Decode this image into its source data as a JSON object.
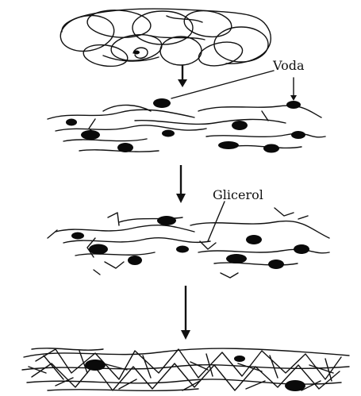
{
  "labels": {
    "water": "Voda",
    "glycerol": "Glicerol"
  },
  "colors": {
    "ink": "#111111",
    "background": "#ffffff"
  },
  "stages": [
    "coiled-granules",
    "chains-with-water",
    "chains-with-water-and-glycerol",
    "entangled-network"
  ]
}
